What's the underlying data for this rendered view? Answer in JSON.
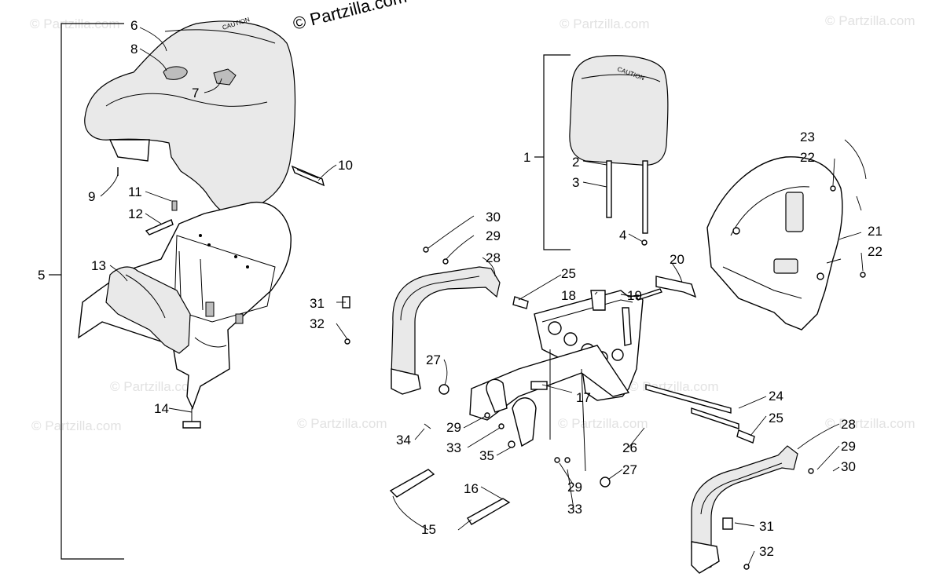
{
  "diagram": {
    "source_watermark": "© Partzilla.com",
    "callouts": [
      "1",
      "2",
      "3",
      "4",
      "5",
      "6",
      "7",
      "8",
      "9",
      "10",
      "11",
      "12",
      "13",
      "14",
      "15",
      "16",
      "17",
      "18",
      "19",
      "20",
      "21",
      "22",
      "22",
      "23",
      "24",
      "25",
      "25",
      "26",
      "27",
      "27",
      "28",
      "28",
      "29",
      "29",
      "29",
      "29",
      "30",
      "30",
      "31",
      "31",
      "32",
      "32",
      "33",
      "33",
      "34",
      "35"
    ]
  },
  "colors": {
    "line": "#000000",
    "shade": "#e9e9e9",
    "watermark": "#e2e2e2"
  }
}
